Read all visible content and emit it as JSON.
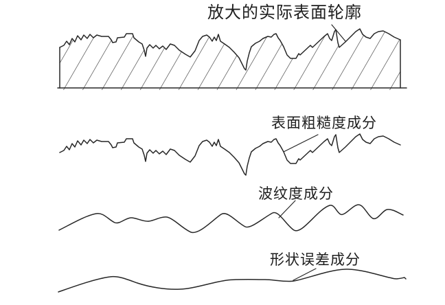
{
  "sections": {
    "magnified_profile": {
      "label": "放大的实际表面轮廓"
    },
    "roughness": {
      "label": "表面粗糙度成分"
    },
    "waviness": {
      "label": "波纹度成分"
    },
    "form_error": {
      "label": "形状误差成分"
    }
  },
  "colors": {
    "background": "#ffffff",
    "line": "#262626"
  }
}
